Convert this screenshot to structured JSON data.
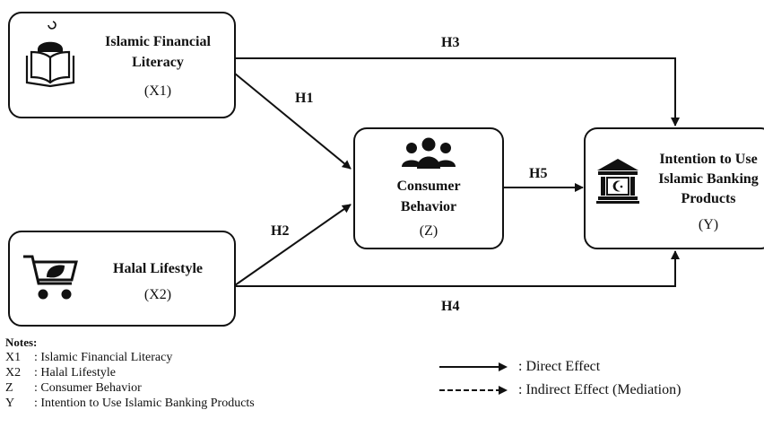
{
  "diagram": {
    "nodes": {
      "x1": {
        "title_line1": "Islamic Financial",
        "title_line2": "Literacy",
        "code": "(X1)",
        "icon": "book-mosque-icon"
      },
      "x2": {
        "title": "Halal Lifestyle",
        "code": "(X2)",
        "icon": "shopping-cart-leaf-icon"
      },
      "z": {
        "title_line1": "Consumer",
        "title_line2": "Behavior",
        "code": "(Z)",
        "icon": "users-group-icon"
      },
      "y": {
        "title_line1": "Intention to Use",
        "title_line2": "Islamic Banking",
        "title_line3": "Products",
        "code": "(Y)",
        "icon": "bank-crescent-icon"
      }
    },
    "edges": {
      "h1": "H1",
      "h2": "H2",
      "h3": "H3",
      "h4": "H4",
      "h5": "H5"
    }
  },
  "notes": {
    "title": "Notes:",
    "items": [
      {
        "key": "X1",
        "text": ": Islamic Financial Literacy"
      },
      {
        "key": "X2",
        "text": ": Halal Lifestyle"
      },
      {
        "key": "Z",
        "text": ": Consumer Behavior"
      },
      {
        "key": "Y",
        "text": ": Intention to Use Islamic Banking Products"
      }
    ]
  },
  "legend": {
    "direct": ": Direct Effect",
    "indirect": ": Indirect Effect (Mediation)"
  },
  "colors": {
    "stroke": "#111111"
  }
}
